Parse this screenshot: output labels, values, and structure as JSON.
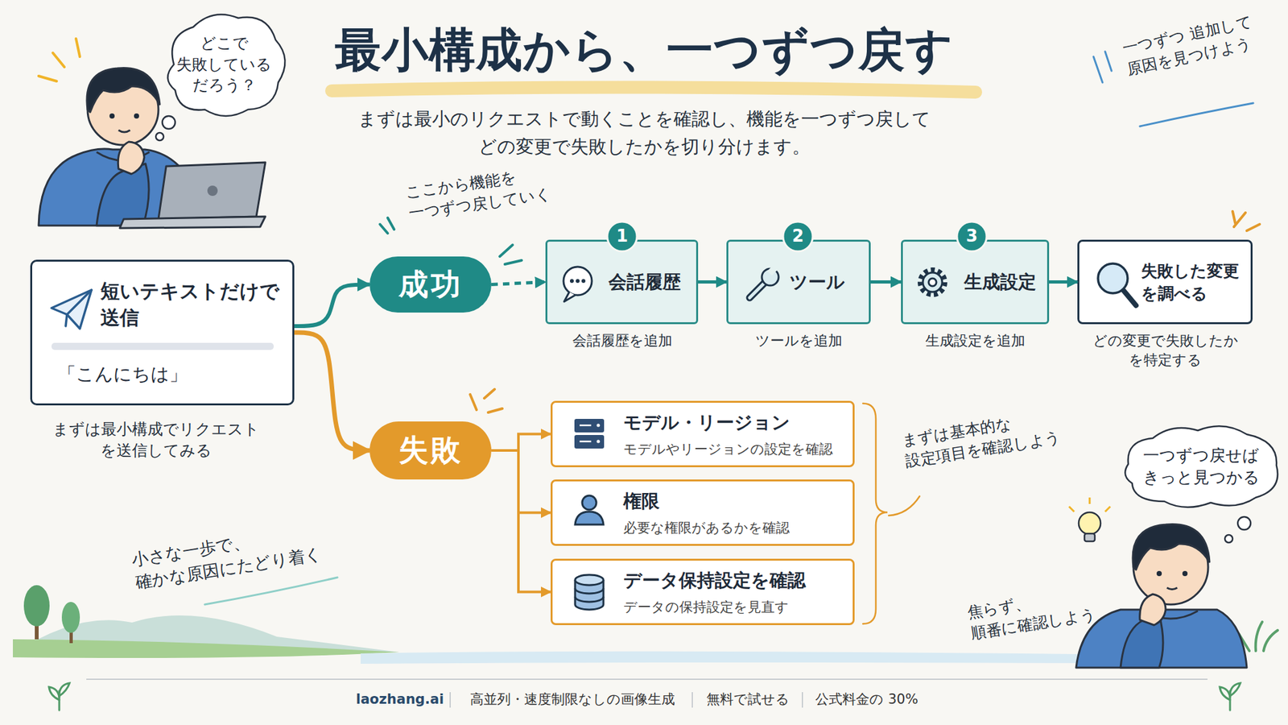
{
  "diagram": {
    "title": "最小構成から、一つずつ戻す",
    "caption": "まずは最小のリクエストで動くことを確認し、機能を一つずつ戻して どの変更で失敗したかを切り分けます。",
    "nodes": [
      {
        "text": [
          "どこで 失敗している だろう？"
        ]
      },
      {
        "text": [
          "短いテキストだけで 送信",
          "「こんにちは」"
        ]
      },
      {
        "text": [
          "成功"
        ]
      },
      {
        "text": [
          "会話履歴"
        ]
      },
      {
        "text": [
          "ツール"
        ]
      },
      {
        "text": [
          "生成設定"
        ]
      },
      {
        "text": [
          "失敗した変更 を調べる"
        ]
      },
      {
        "text": [
          "失敗"
        ]
      },
      {
        "text": [
          "モデル・リージョン",
          "モデルやリージョンの設定を確認"
        ]
      },
      {
        "text": [
          "権限",
          "必要な権限があるかを確認"
        ]
      },
      {
        "text": [
          "データ保持設定を確認",
          "データの保持設定を見直す"
        ]
      },
      {
        "text": [
          "一つずつ戻せば きっと見つかる"
        ]
      }
    ],
    "edges": [
      {
        "from": 1,
        "to": 2,
        "arrow": "to"
      },
      {
        "from": 1,
        "to": 7,
        "arrow": "to"
      },
      {
        "from": 2,
        "to": 3,
        "arrow": "to"
      },
      {
        "from": 3,
        "to": 4,
        "arrow": "to"
      },
      {
        "from": 4,
        "to": 5,
        "arrow": "to"
      },
      {
        "from": 5,
        "to": 6,
        "arrow": "to"
      },
      {
        "from": 7,
        "to": 8,
        "arrow": "to"
      },
      {
        "from": 7,
        "to": 9,
        "arrow": "to"
      },
      {
        "from": 7,
        "to": 10,
        "arrow": "to"
      }
    ],
    "labels": [
      "ここから機能を 一つずつ戻していく",
      "1",
      "2",
      "3",
      "会話履歴を追加",
      "ツールを追加",
      "生成設定を追加",
      "どの変更で失敗したか を特定する",
      "まずは最小構成でリクエスト を送信してみる",
      "まずは基本的な 設定項目を確認しよう",
      "一つずつ 追加して 原因を見つけよう",
      "小さな一歩で、 確かな原因にたどり着く",
      "焦らず、 順番に確認しよう",
      "laozhang.ai",
      "高並列・速度制限なしの画像生成",
      "無料で試せる",
      "公式料金の 30%"
    ]
  }
}
